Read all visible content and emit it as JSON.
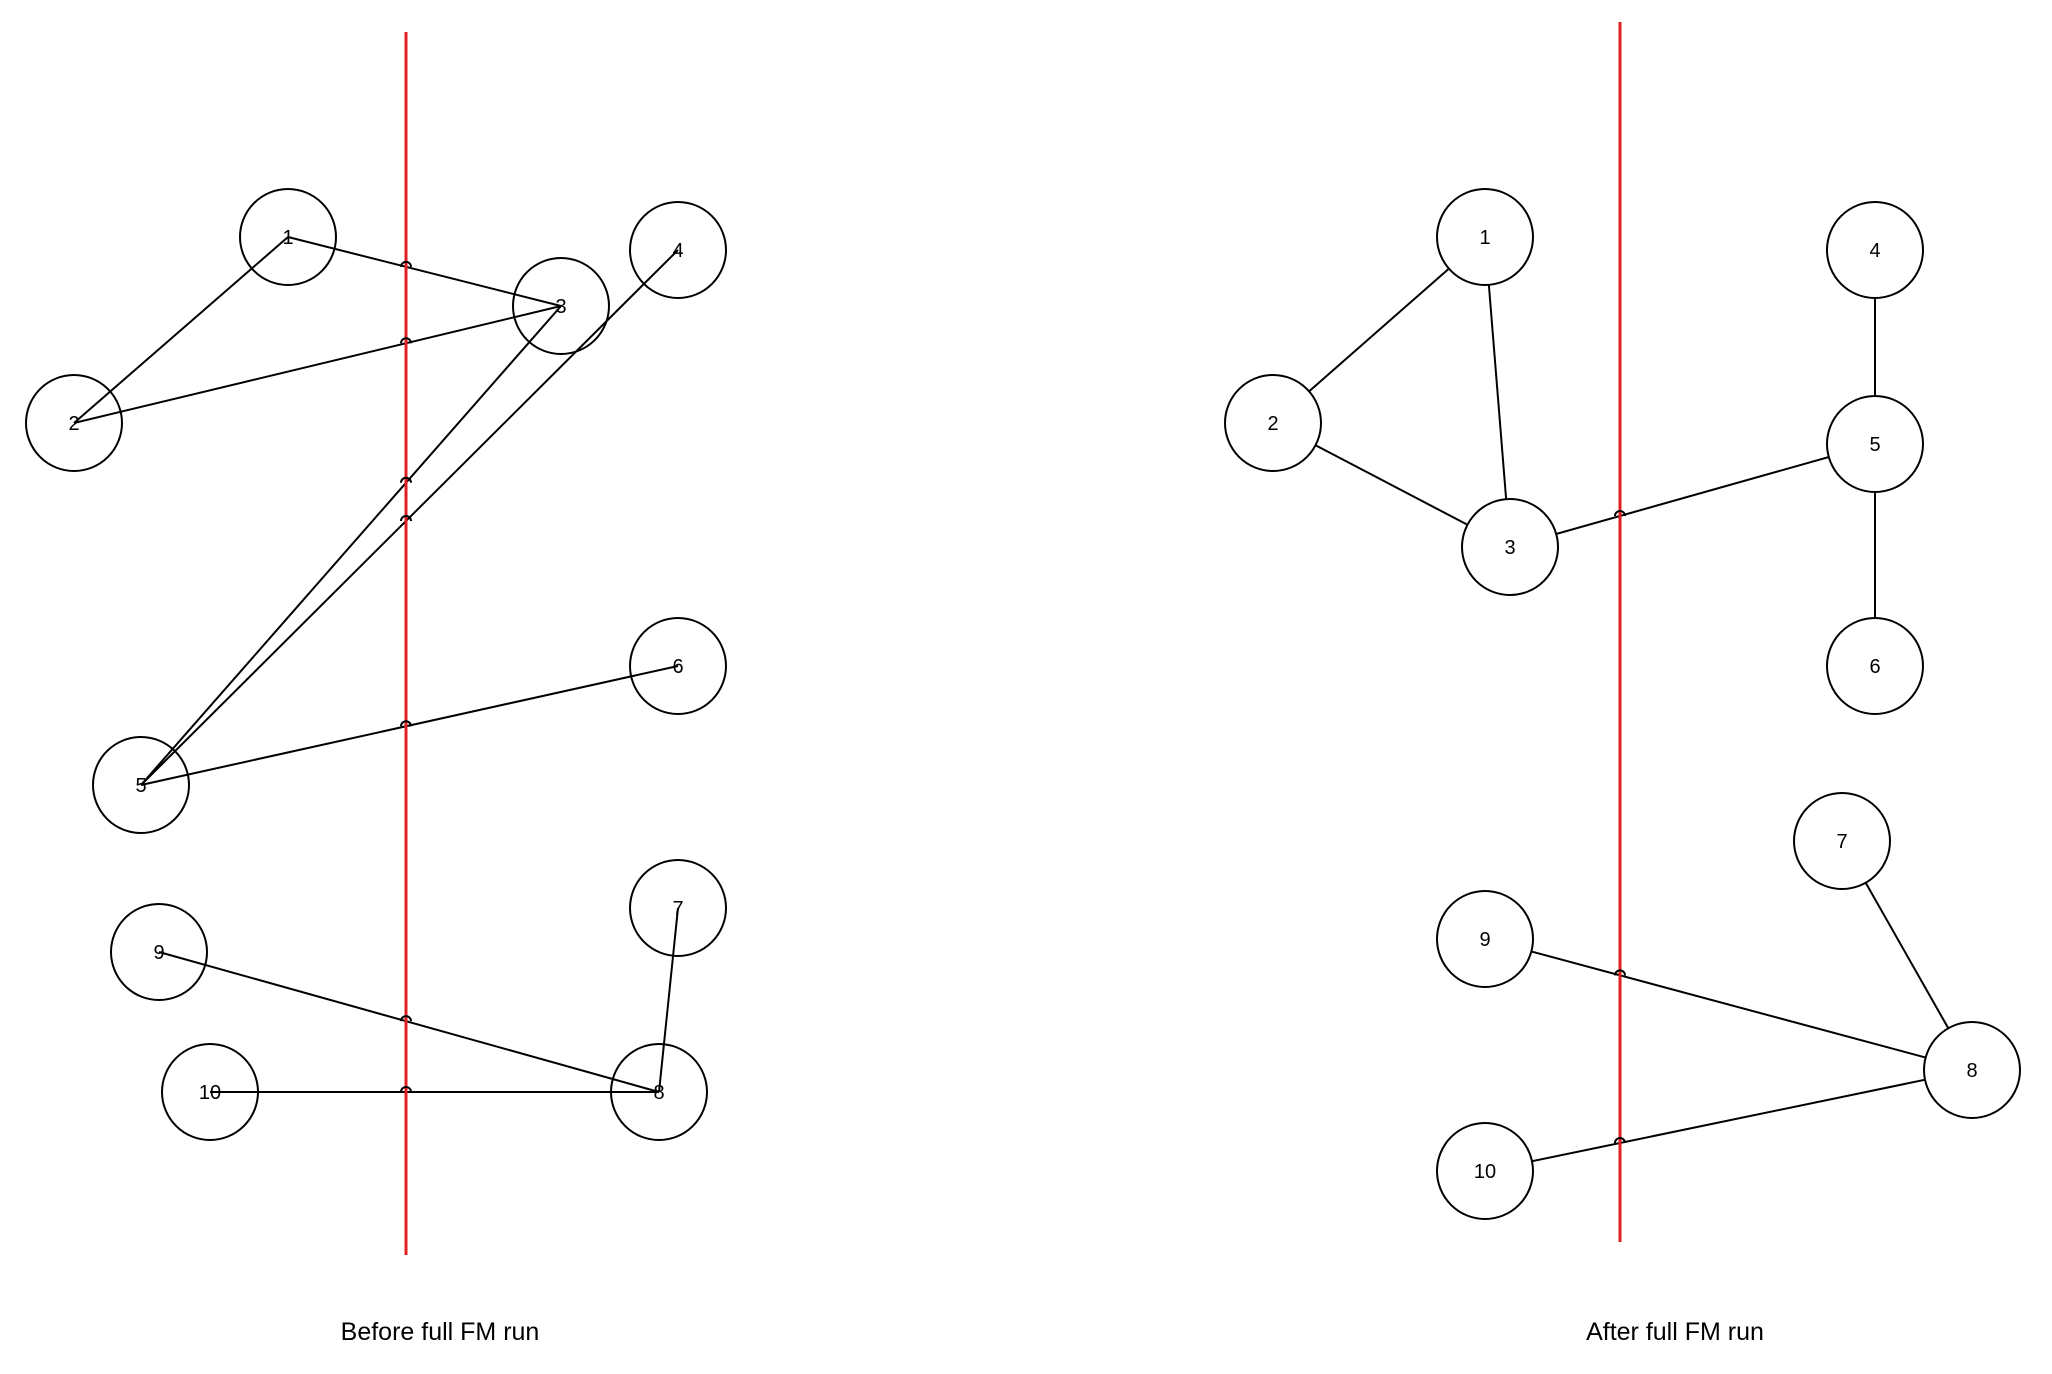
{
  "panels": [
    {
      "id": "before",
      "caption": "Before full FM run",
      "nodes": [
        {
          "id": "1",
          "label": "1"
        },
        {
          "id": "2",
          "label": "2"
        },
        {
          "id": "3",
          "label": "3"
        },
        {
          "id": "4",
          "label": "4"
        },
        {
          "id": "5",
          "label": "5"
        },
        {
          "id": "6",
          "label": "6"
        },
        {
          "id": "7",
          "label": "7"
        },
        {
          "id": "8",
          "label": "8"
        },
        {
          "id": "9",
          "label": "9"
        },
        {
          "id": "10",
          "label": "10"
        }
      ],
      "edges": [
        [
          "1",
          "2"
        ],
        [
          "1",
          "3"
        ],
        [
          "2",
          "3"
        ],
        [
          "3",
          "5"
        ],
        [
          "4",
          "5"
        ],
        [
          "5",
          "6"
        ],
        [
          "7",
          "8"
        ],
        [
          "8",
          "9"
        ],
        [
          "8",
          "10"
        ]
      ]
    },
    {
      "id": "after",
      "caption": "After full FM run",
      "nodes": [
        {
          "id": "1",
          "label": "1"
        },
        {
          "id": "2",
          "label": "2"
        },
        {
          "id": "3",
          "label": "3"
        },
        {
          "id": "4",
          "label": "4"
        },
        {
          "id": "5",
          "label": "5"
        },
        {
          "id": "6",
          "label": "6"
        },
        {
          "id": "7",
          "label": "7"
        },
        {
          "id": "8",
          "label": "8"
        },
        {
          "id": "9",
          "label": "9"
        },
        {
          "id": "10",
          "label": "10"
        }
      ],
      "edges": [
        [
          "1",
          "2"
        ],
        [
          "1",
          "3"
        ],
        [
          "2",
          "3"
        ],
        [
          "3",
          "5"
        ],
        [
          "4",
          "5"
        ],
        [
          "5",
          "6"
        ],
        [
          "7",
          "8"
        ],
        [
          "8",
          "9"
        ],
        [
          "8",
          "10"
        ]
      ]
    }
  ],
  "colors": {
    "cut_line": "#e02020",
    "stroke": "#000000",
    "node_fill": "#ffffff"
  }
}
